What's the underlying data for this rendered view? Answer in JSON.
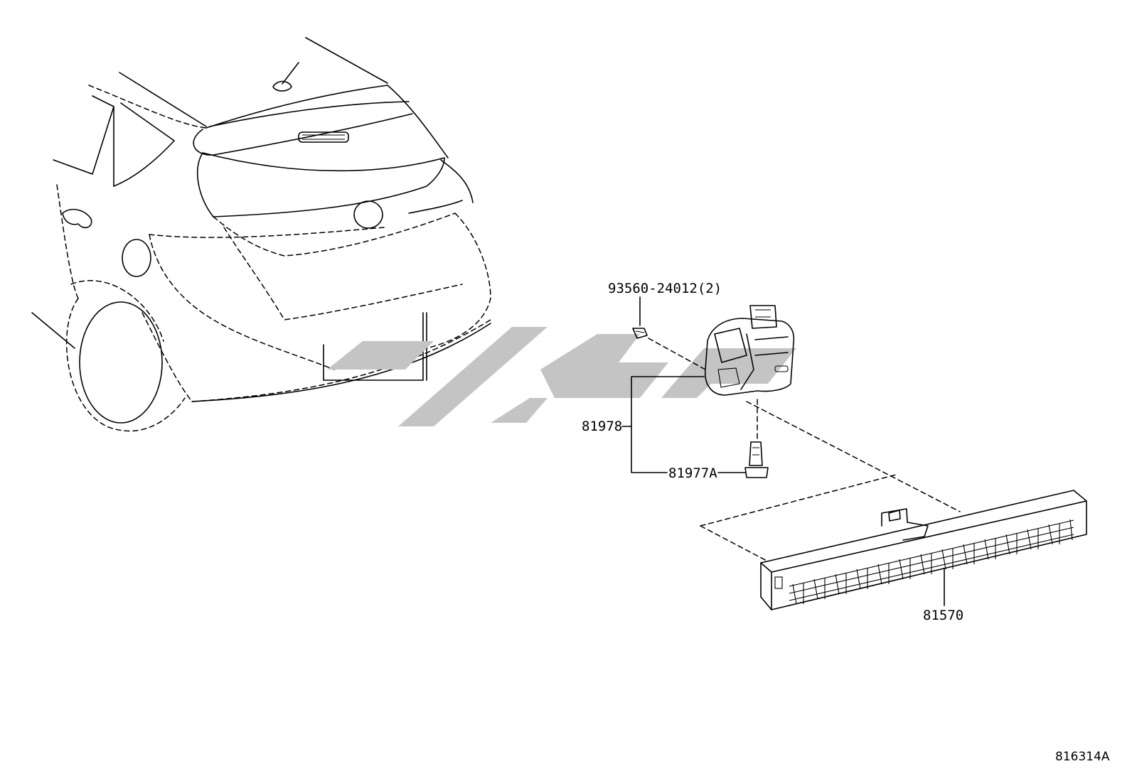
{
  "labels": {
    "bolt": "93560-24012(2)",
    "socket_wire": "81978",
    "bulb": "81977A",
    "stop_lamp": "81570",
    "illustration_ref": "816314A"
  }
}
